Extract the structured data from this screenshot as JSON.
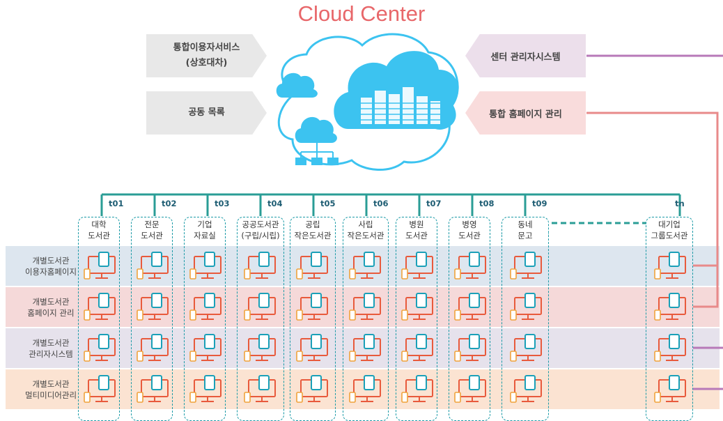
{
  "title": "Cloud Center",
  "services_left": [
    {
      "line1": "통합이용자서비스",
      "line2": "(상호대차)"
    },
    {
      "line1": "공동 목록",
      "line2": ""
    }
  ],
  "services_right": [
    {
      "label": "센터 관리자시스템"
    },
    {
      "label": "통합 홈페이지 관리"
    }
  ],
  "libraries": [
    {
      "code": "t01",
      "line1": "대학",
      "line2": "도서관"
    },
    {
      "code": "t02",
      "line1": "전문",
      "line2": "도서관"
    },
    {
      "code": "t03",
      "line1": "기업",
      "line2": "자료실"
    },
    {
      "code": "t04",
      "line1": "공공도서관",
      "line2": "(구립/시립)"
    },
    {
      "code": "t05",
      "line1": "공립",
      "line2": "작은도서관"
    },
    {
      "code": "t06",
      "line1": "사립",
      "line2": "작은도서관"
    },
    {
      "code": "t07",
      "line1": "병원",
      "line2": "도서관"
    },
    {
      "code": "t08",
      "line1": "병영",
      "line2": "도서관"
    },
    {
      "code": "t09",
      "line1": "동네",
      "line2": "문고"
    },
    {
      "code": "tn",
      "line1": "대기업",
      "line2": "그룹도서관"
    }
  ],
  "rows": [
    {
      "line1": "개별도서관",
      "line2": "이용자홈페이지",
      "color": "#dde6ef"
    },
    {
      "line1": "개별도서관",
      "line2": "홈페이지 관리",
      "color": "#f5d9d9"
    },
    {
      "line1": "개별도서관",
      "line2": "관리자시스템",
      "color": "#e6e2ec"
    },
    {
      "line1": "개별도서관",
      "line2": "멀티미디어관리",
      "color": "#fbe3d2"
    }
  ],
  "colors": {
    "title": "#e8676a",
    "cloud": "#3cc3f0",
    "teal": "#1a9aa6",
    "bus": "#2a9d96",
    "purple_line": "#b779b8",
    "salmon_line": "#e88a8a",
    "monitor": "#e85a3c",
    "tablet": "#1aa0b8",
    "phone": "#f0a23a"
  },
  "icons": [
    "cloud-icon",
    "server-stack-icon",
    "network-icon",
    "monitor-icon",
    "tablet-icon",
    "phone-icon"
  ]
}
